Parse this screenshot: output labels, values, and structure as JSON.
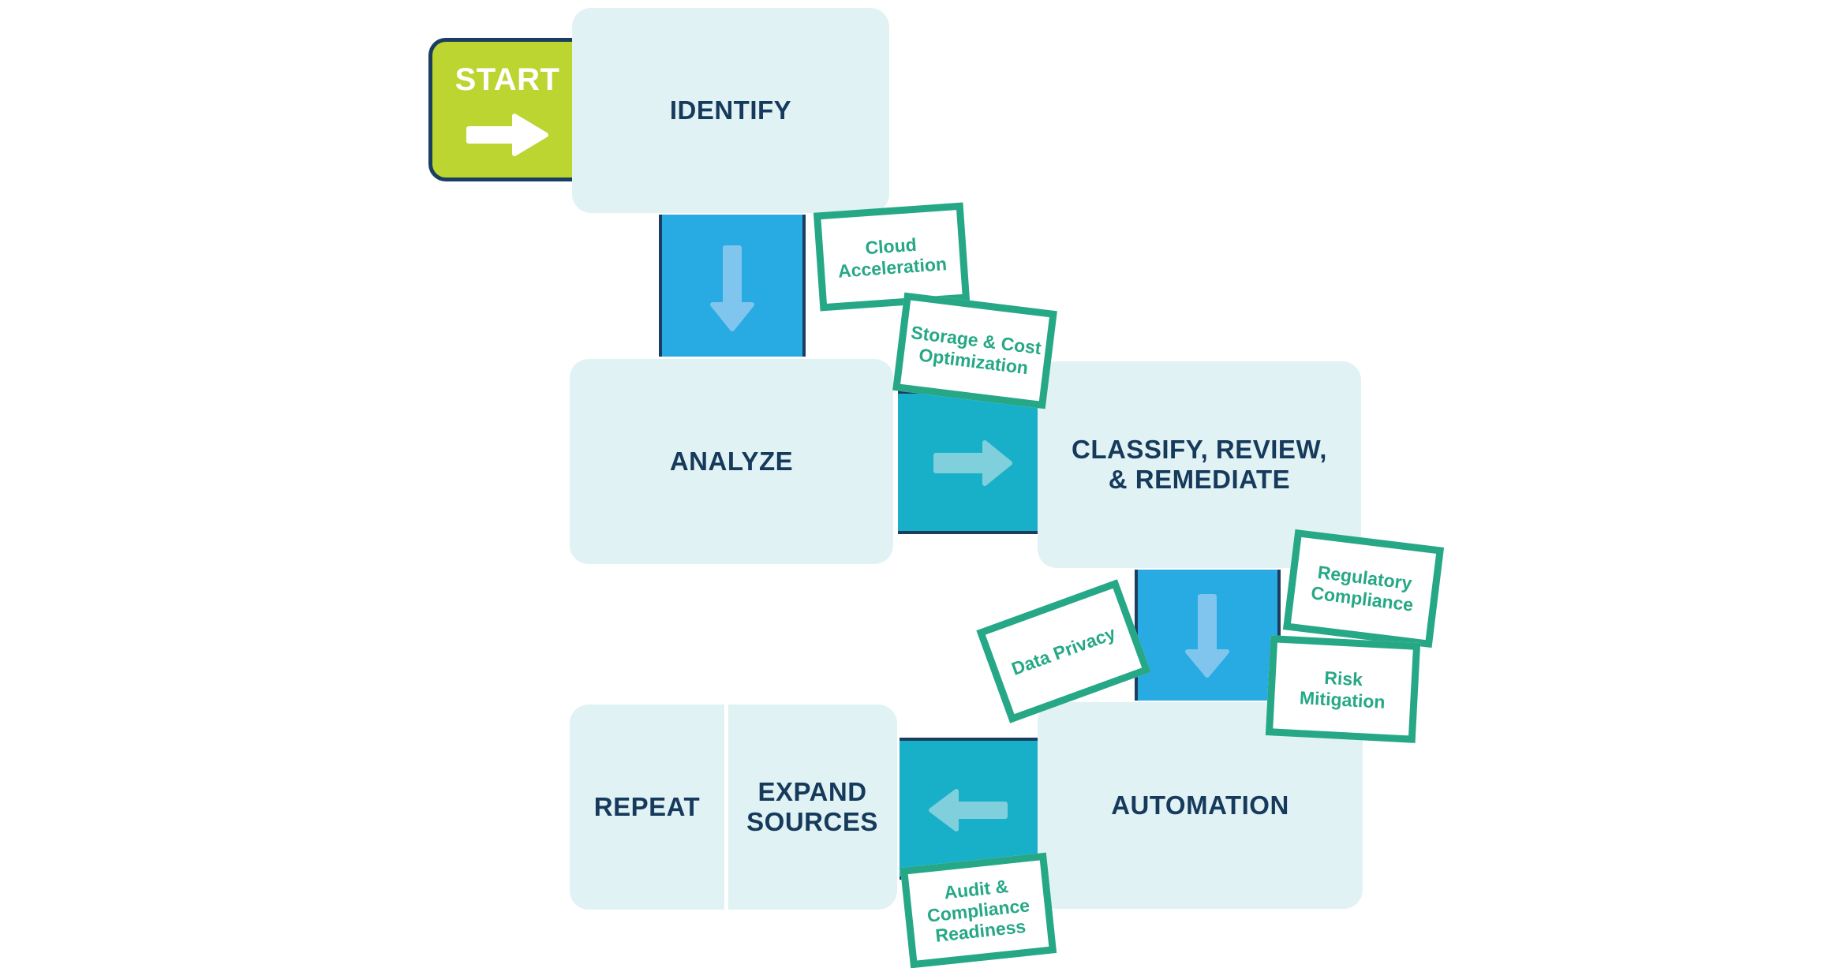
{
  "start": {
    "label": "START"
  },
  "steps": {
    "identify": "IDENTIFY",
    "analyze": "ANALYZE",
    "classify_line1": "CLASSIFY, REVIEW,",
    "classify_line2": "& REMEDIATE",
    "automation": "AUTOMATION",
    "expand_line1": "EXPAND",
    "expand_line2": "SOURCES",
    "repeat": "REPEAT"
  },
  "cards": {
    "cloud_acceleration": [
      "Cloud",
      "Acceleration"
    ],
    "storage_cost": [
      "Storage & Cost",
      "Optimization"
    ],
    "regulatory_compliance": [
      "Regulatory",
      "Compliance"
    ],
    "data_privacy": [
      "Data Privacy"
    ],
    "risk_mitigation": [
      "Risk",
      "Mitigation"
    ],
    "audit_compliance": [
      "Audit &",
      "Compliance",
      "Readiness"
    ]
  },
  "colors": {
    "start_green": "#bcd531",
    "step_fill": "#e1f2f4",
    "step_text": "#163a5c",
    "connector_blue": "#27abe2",
    "connector_teal": "#18b0c8",
    "card_green": "#26a886",
    "outline_navy": "#1b3e60"
  },
  "icons": {
    "start_arrow": "arrow-right-icon",
    "down_arrow": "arrow-down-icon",
    "right_arrow": "arrow-right-icon",
    "left_arrow": "arrow-left-icon"
  }
}
